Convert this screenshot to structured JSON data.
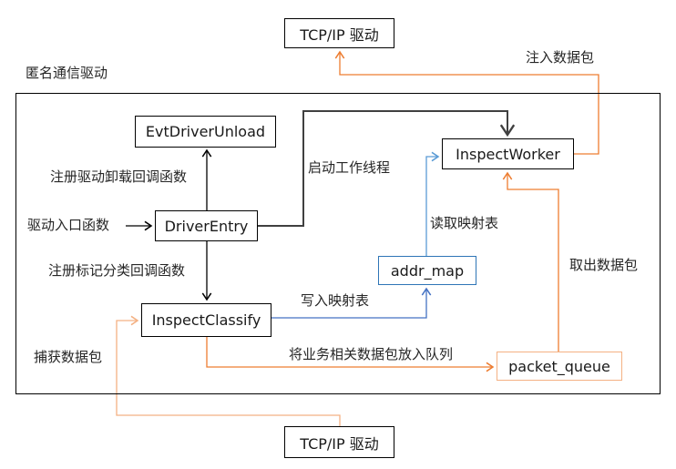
{
  "diagram": {
    "container_label": "匿名通信驱动",
    "nodes": {
      "tcpip_top": "TCP/IP 驱动",
      "tcpip_bottom": "TCP/IP 驱动",
      "evt_driver_unload": "EvtDriverUnload",
      "driver_entry": "DriverEntry",
      "inspect_worker": "InspectWorker",
      "inspect_classify": "InspectClassify",
      "addr_map": "addr_map",
      "packet_queue": "packet_queue"
    },
    "edge_labels": {
      "inject_packet": "注入数据包",
      "register_unload_callback": "注册驱动卸载回调函数",
      "driver_entry_point": "驱动入口函数",
      "start_worker_thread": "启动工作线程",
      "read_map": "读取映射表",
      "register_classify_callback": "注册标记分类回调函数",
      "write_map": "写入映射表",
      "dequeue_packet": "取出数据包",
      "capture_packet": "捕获数据包",
      "enqueue_packet": "将业务相关数据包放入队列"
    },
    "colors": {
      "box_border": "#000000",
      "start_thread_line": "#404040",
      "orange_line": "#ED7D31",
      "light_orange_line": "#F4B183",
      "blue_line": "#4472C4",
      "light_blue_line": "#5B9BD5",
      "addr_map_border": "#2E75B6"
    }
  }
}
